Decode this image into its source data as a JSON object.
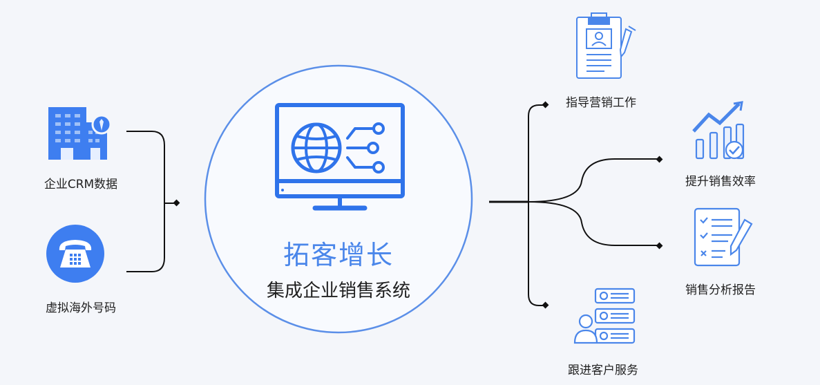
{
  "center": {
    "title": "拓客增长",
    "subtitle": "集成企业销售系统"
  },
  "inputs": [
    {
      "label": "企业CRM数据",
      "icon": "building-icon"
    },
    {
      "label": "虚拟海外号码",
      "icon": "phone-icon"
    }
  ],
  "outputs": [
    {
      "label": "指导营销工作",
      "icon": "clipboard-profile-icon"
    },
    {
      "label": "提升销售效率",
      "icon": "growth-chart-icon"
    },
    {
      "label": "销售分析报告",
      "icon": "checklist-report-icon"
    },
    {
      "label": "跟进客户服务",
      "icon": "customer-list-icon"
    }
  ],
  "colors": {
    "accent": "#4a86ea",
    "circle": "#5b8fe8",
    "line": "#111111",
    "text": "#1f1f1f",
    "background": "#f4f6fa"
  }
}
